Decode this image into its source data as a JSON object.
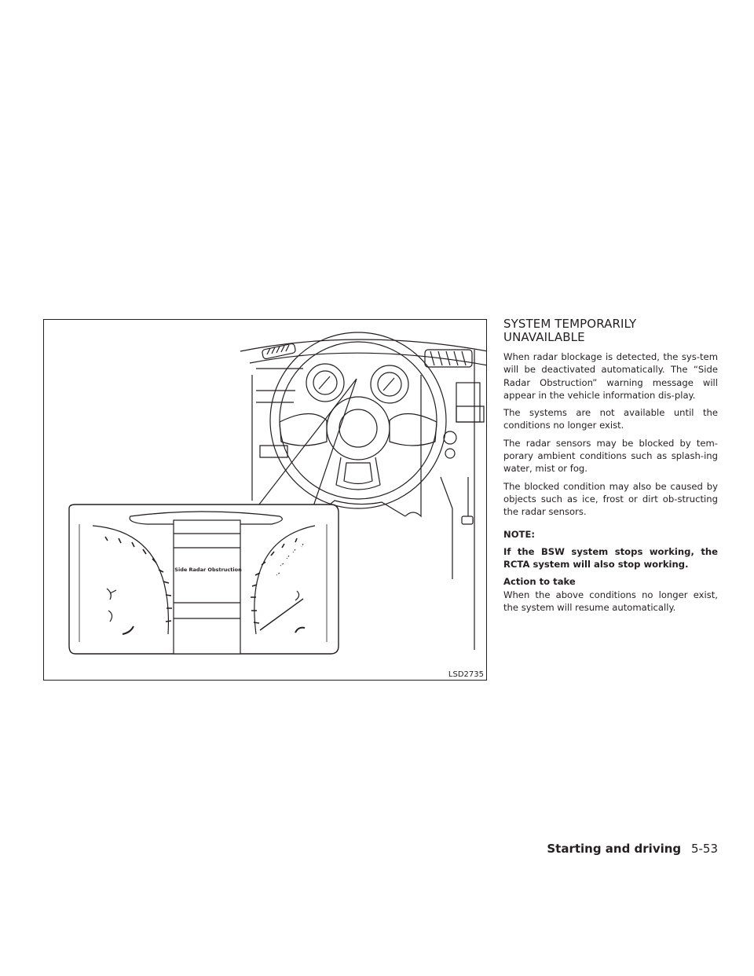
{
  "figure": {
    "code": "LSD2735",
    "display_message": "Side Radar Obstruction"
  },
  "section": {
    "title_line1": "SYSTEM TEMPORARILY",
    "title_line2": "UNAVAILABLE",
    "paragraphs": [
      "When radar blockage is detected, the sys-tem will be deactivated automatically. The “Side Radar Obstruction” warning message will appear in the vehicle information dis-play.",
      "The systems are not available until the conditions no longer exist.",
      "The radar sensors may be blocked by tem-porary ambient conditions such as splash-ing water, mist or fog.",
      "The blocked condition may also be caused by objects such as ice, frost or dirt ob-structing the radar sensors."
    ],
    "note_label": "NOTE:",
    "note_text": "If the BSW system stops working, the RCTA system will also stop working.",
    "action_label": "Action to take",
    "action_text": "When the above conditions no longer exist, the system will resume automatically."
  },
  "footer": {
    "chapter": "Starting and driving",
    "page": "5-53"
  }
}
